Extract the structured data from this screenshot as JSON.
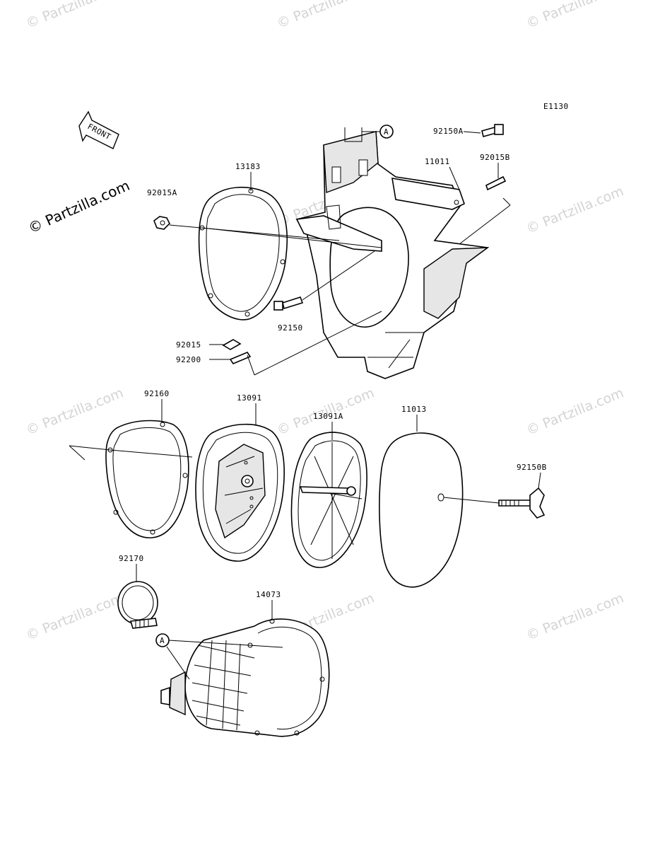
{
  "diagram_code": "E1130",
  "front_arrow_label": "FRONT",
  "watermark": "© Partzilla.com",
  "ref_marker": "A",
  "parts": {
    "p92150A": "92150A",
    "p11011": "11011",
    "p92015B": "92015B",
    "p13183": "13183",
    "p92015A": "92015A",
    "p92150": "92150",
    "p92015": "92015",
    "p92200": "92200",
    "p92160": "92160",
    "p13091": "13091",
    "p13091A": "13091A",
    "p11013": "11013",
    "p92150B": "92150B",
    "p92170": "92170",
    "p14073": "14073"
  }
}
